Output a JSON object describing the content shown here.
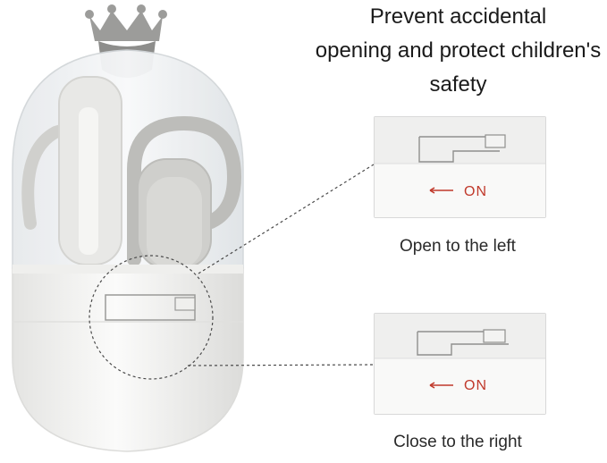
{
  "headline": {
    "line1": "Prevent accidental",
    "line2": "opening and protect children's",
    "line3": "safety"
  },
  "panels": {
    "open": {
      "arrow_label": "ON",
      "caption": "Open to the left"
    },
    "close": {
      "arrow_label": "ON",
      "caption": "Close to the right"
    }
  },
  "colors": {
    "arrow_accent": "#c0392b",
    "case_white": "#f2f2f0",
    "tool_gray": "#c9c9c6"
  }
}
